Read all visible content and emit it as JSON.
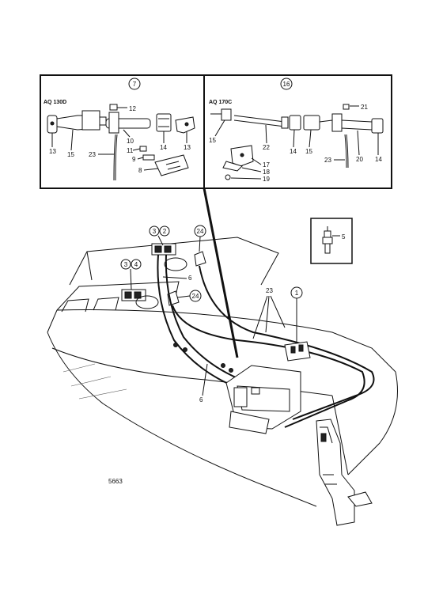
{
  "inset_left": {
    "model": "AQ 130D",
    "circle_ref": "7",
    "labels": [
      "12",
      "13",
      "15",
      "10",
      "14",
      "13",
      "23",
      "11",
      "9",
      "8"
    ]
  },
  "inset_right": {
    "model": "AQ 170C",
    "circle_ref": "16",
    "labels": [
      "21",
      "15",
      "22",
      "14",
      "15",
      "20",
      "14",
      "23",
      "17",
      "18",
      "19"
    ]
  },
  "sensor_box": {
    "label": "5"
  },
  "main_callouts": {
    "circles": [
      "3",
      "2",
      "24",
      "3",
      "4",
      "24",
      "1"
    ],
    "labels": [
      "6",
      "6",
      "23"
    ]
  },
  "figure_number": "5663"
}
